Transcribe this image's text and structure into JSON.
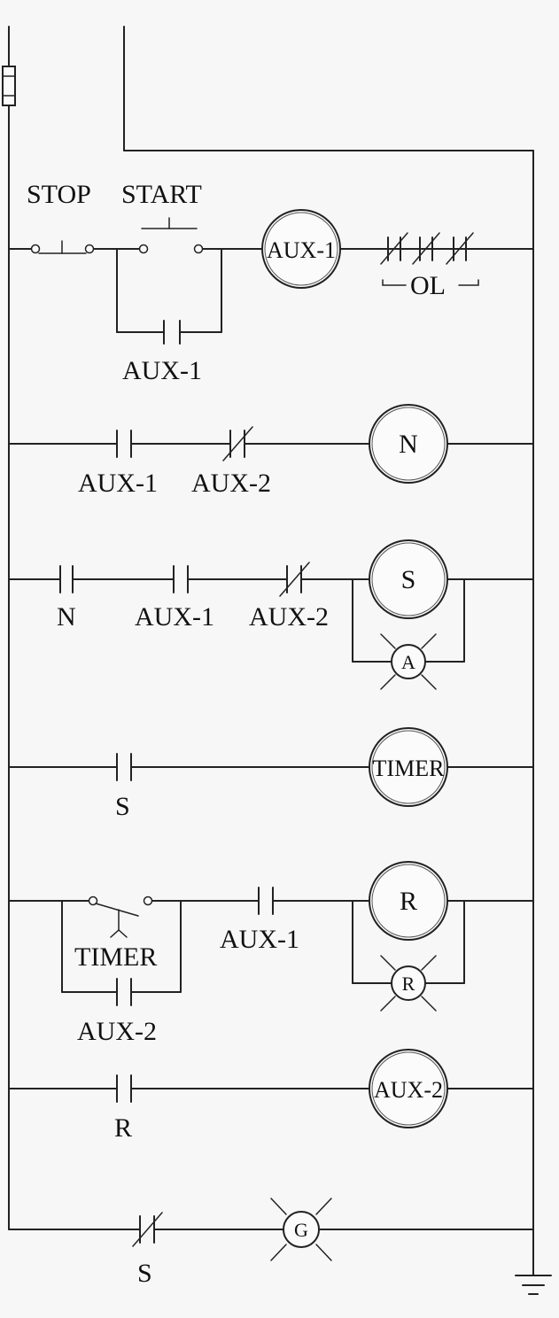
{
  "labels": {
    "stop": "STOP",
    "start": "START",
    "aux1_seal": "AUX-1",
    "ol": "OL",
    "r2_aux1": "AUX-1",
    "r2_aux2": "AUX-2",
    "r3_n": "N",
    "r3_aux1": "AUX-1",
    "r3_aux2": "AUX-2",
    "r4_s": "S",
    "r5_timer": "TIMER",
    "r5_aux2": "AUX-2",
    "r5_aux1": "AUX-1",
    "r6_r": "R",
    "r7_s": "S"
  },
  "coils": {
    "aux1": "AUX-1",
    "n": "N",
    "s": "S",
    "timer": "TIMER",
    "r": "R",
    "aux2": "AUX-2"
  },
  "lamps": {
    "a": "A",
    "r": "R",
    "g": "G"
  }
}
